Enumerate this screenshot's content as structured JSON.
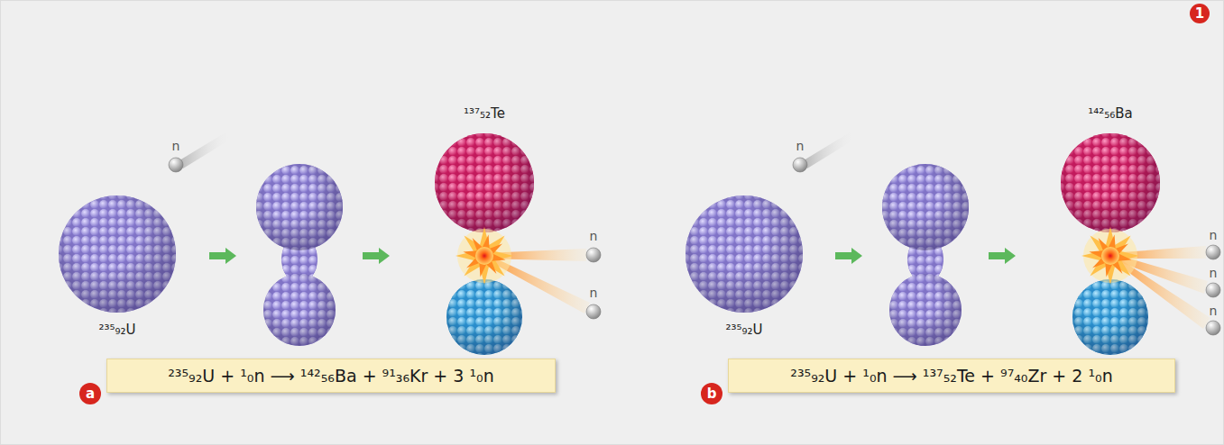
{
  "diagram": {
    "nodes": [
      {
        "text": [
          "1"
        ]
      },
      {
        "text": [
          "a"
        ]
      },
      {
        "text": [
          "²³⁵₉₂U + ¹₀n ⟶ ¹⁴²₅₆Ba + ⁹¹₃₆Kr + 3 ¹₀n"
        ]
      },
      {
        "text": [
          "b"
        ]
      },
      {
        "text": [
          "²³⁵₉₂U + ¹₀n ⟶ ¹³⁷₅₂Te + ⁹⁷₄₀Zr + 2 ¹₀n"
        ]
      }
    ],
    "labels": [
      "¹³⁷₅₂Te",
      "¹⁴²₅₆Ba",
      "n",
      "n",
      "n",
      "n",
      "n",
      "n",
      "n",
      "²³⁵₉₂U",
      "²³⁵₉₂U"
    ]
  }
}
